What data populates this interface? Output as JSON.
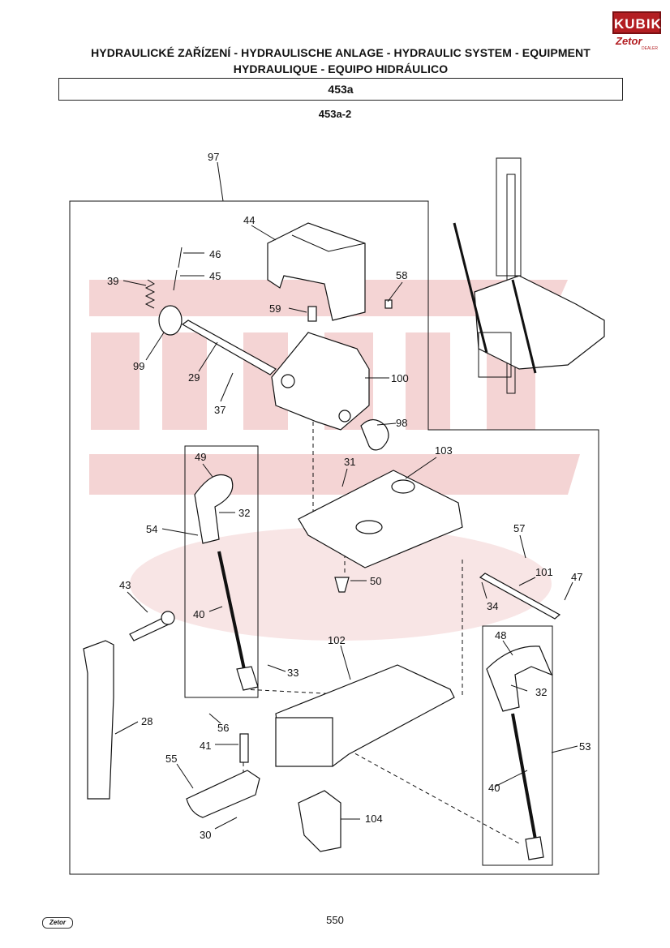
{
  "header": {
    "title_line1": "HYDRAULICKÉ ZAŘÍZENÍ - HYDRAULISCHE ANLAGE - HYDRAULIC SYSTEM - EQUIPMENT",
    "title_line2": "HYDRAULIQUE - EQUIPO HIDRÁULICO",
    "section_code": "453a",
    "figure_code": "453a-2"
  },
  "logo": {
    "brand": "KUBIK",
    "sub": "Zetor",
    "dealer": "DEALER"
  },
  "footer": {
    "page_number": "550",
    "logo_text": "Zetor"
  },
  "part_labels": {
    "p97": "97",
    "p44": "44",
    "p46": "46",
    "p45": "45",
    "p39": "39",
    "p58": "58",
    "p59": "59",
    "p99": "99",
    "p29": "29",
    "p100": "100",
    "p37": "37",
    "p98": "98",
    "p49": "49",
    "p31": "31",
    "p103": "103",
    "p32a": "32",
    "p54": "54",
    "p57": "57",
    "p43": "43",
    "p50": "50",
    "p101": "101",
    "p47": "47",
    "p40a": "40",
    "p34": "34",
    "p102": "102",
    "p48": "48",
    "p33": "33",
    "p32b": "32",
    "p28": "28",
    "p56": "56",
    "p53": "53",
    "p41": "41",
    "p55": "55",
    "p40b": "40",
    "p104": "104",
    "p30": "30"
  },
  "colors": {
    "watermark": "#f4d4d4",
    "brand_red": "#b31e22",
    "line": "#111111"
  }
}
